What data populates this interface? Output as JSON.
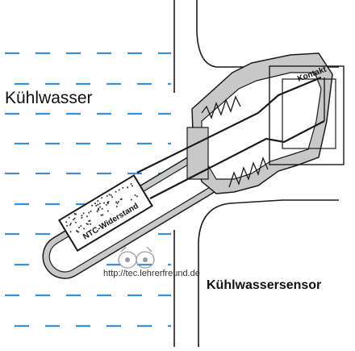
{
  "labels": {
    "coolant": "Kühlwasser",
    "sensor": "Kühlwassersensor",
    "contact": "Kontakt",
    "resistor": "NTC-Widerstand",
    "watermark": "http://tec.lehrerfreund.de"
  },
  "colors": {
    "water_dash": "#3a8fd8",
    "metal_gray": "#c8c8c8",
    "outline": "#1a1a1a",
    "background": "#ffffff"
  },
  "icons": {
    "logo": "owl-logo"
  }
}
